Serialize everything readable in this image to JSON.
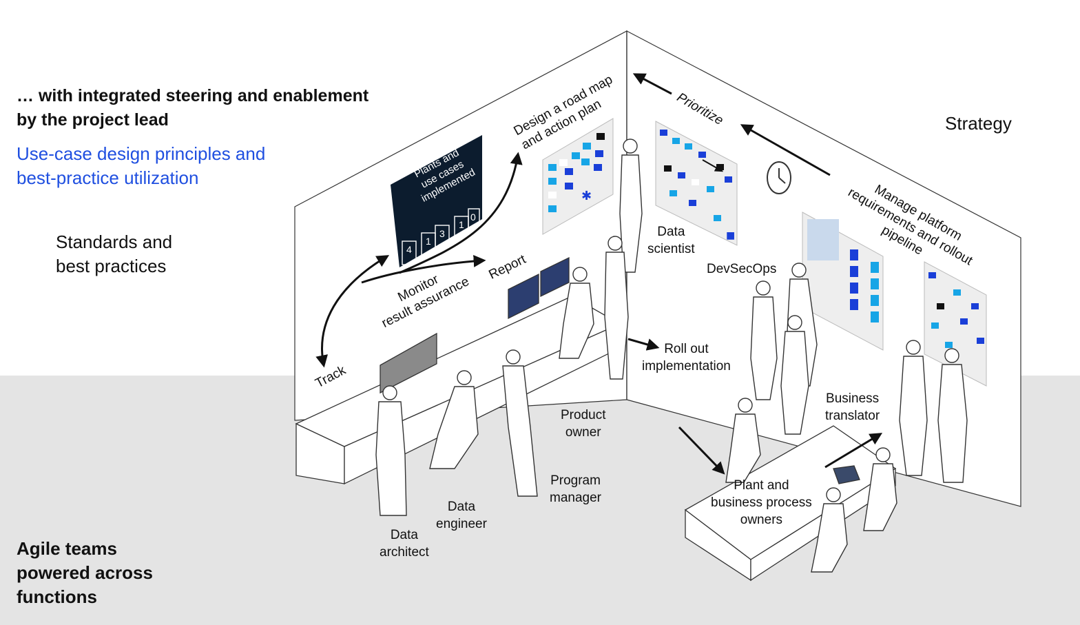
{
  "colors": {
    "accent_blue": "#1f4fe0",
    "screen_navy": "#0c1c2e",
    "tile_cyan": "#17a5e6",
    "tile_blue": "#1a3fd8",
    "floor_gray": "#e4e4e4"
  },
  "intro": {
    "heading": "… with integrated steering and enablement\nby the project lead",
    "subheading": "Use-case design principles and\nbest-practice utilization"
  },
  "sections": {
    "standards": "Standards and\nbest practices",
    "strategy": "Strategy",
    "agile": "Agile teams\npowered across\nfunctions"
  },
  "dashboard": {
    "title": "Plants and\nuse cases\nimplemented",
    "counters": [
      "4",
      "1",
      "3",
      "1",
      "0"
    ]
  },
  "flows": {
    "design": "Design a road map\nand action plan",
    "prioritize": "Prioritize",
    "manage": "Manage platform\nrequirements and rollout\npipeline",
    "report": "Report",
    "monitor": "Monitor\nresult assurance",
    "track": "Track",
    "rollout": "Roll out\nimplementation"
  },
  "roles": {
    "data_scientist": "Data\nscientist",
    "devsecops": "DevSecOps",
    "business_translator": "Business\ntranslator",
    "product_owner": "Product\nowner",
    "program_manager": "Program\nmanager",
    "data_engineer": "Data\nengineer",
    "data_architect": "Data\narchitect",
    "plant_owners": "Plant and\nbusiness process\nowners"
  },
  "icons": [
    "clock-icon",
    "wrench-icon",
    "lock-icon"
  ]
}
